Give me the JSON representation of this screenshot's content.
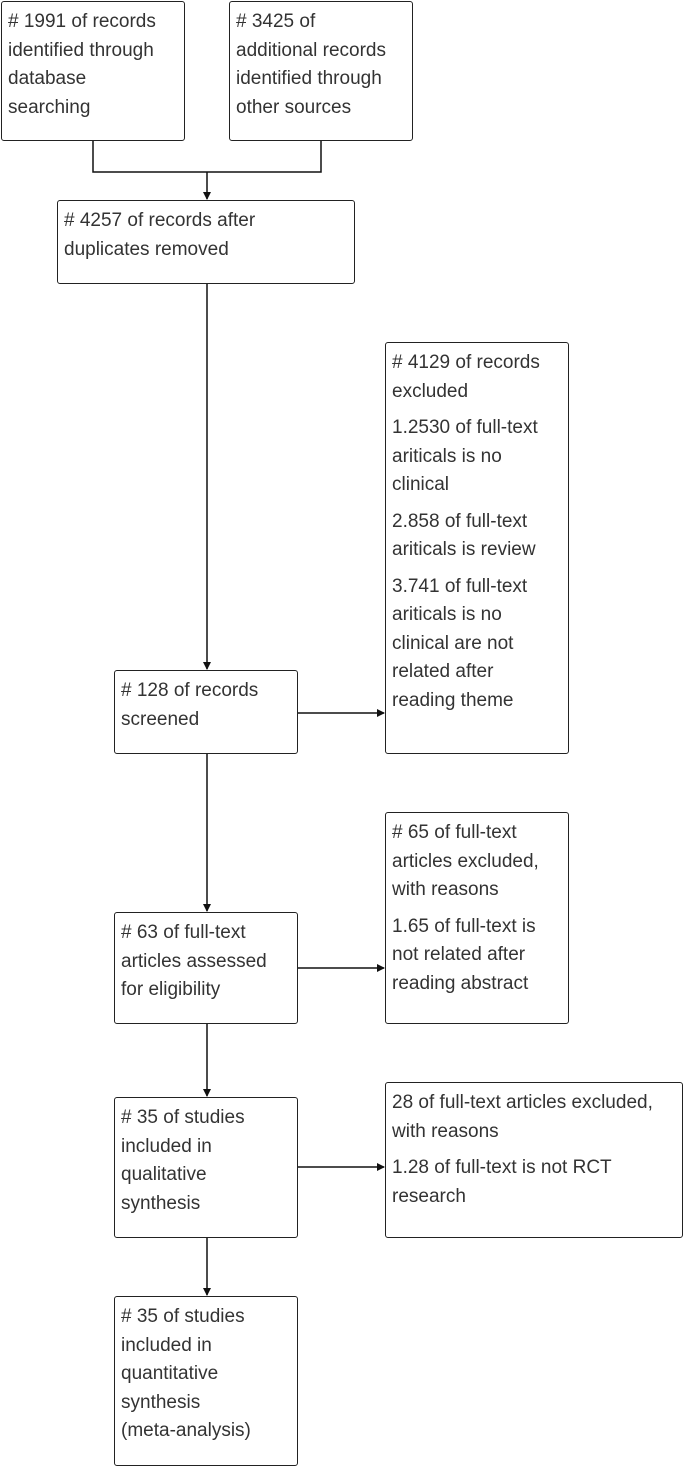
{
  "flow": {
    "database_search": "# 1991 of records\nidentified through\ndatabase\nsearching",
    "other_sources": "# 3425 of\nadditional records\nidentified through\nother sources",
    "after_duplicates": "# 4257 of records after\nduplicates removed",
    "excluded_records": {
      "title": "# 4129 of records\nexcluded",
      "reason_1": "1.2530 of full-text\nariticals is no\nclinical",
      "reason_2": "2.858 of full-text\nariticals is review",
      "reason_3": "3.741 of full-text\nariticals is no\nclinical are not\nrelated after\nreading theme"
    },
    "screened": "# 128 of records\nscreened",
    "excluded_fulltext": {
      "title": "# 65 of full-text\narticles excluded,\nwith reasons",
      "reason_1": "1.65 of full-text is\nnot related after\nreading abstract"
    },
    "eligibility": "# 63 of full-text\narticles assessed\nfor eligibility",
    "excluded_rct": {
      "title": "28 of full-text articles excluded,\nwith reasons",
      "reason_1": "1.28 of full-text is not RCT\nresearch"
    },
    "qualitative": "# 35 of studies\nincluded in\nqualitative\nsynthesis",
    "quantitative": "# 35 of studies\nincluded in\nquantitative\nsynthesis\n(meta-analysis)"
  },
  "colors": {
    "border": "#222222",
    "text": "#333333",
    "background": "#ffffff"
  }
}
